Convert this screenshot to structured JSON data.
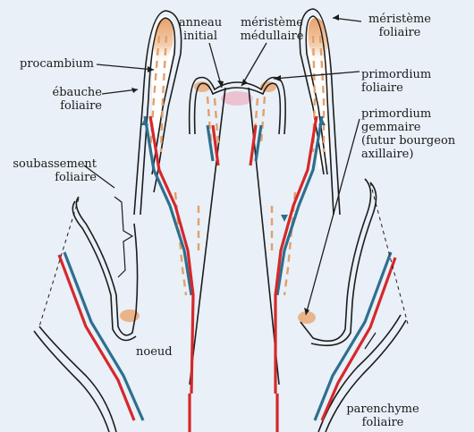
{
  "labels": {
    "anneau_initial": [
      "anneau",
      "initial"
    ],
    "meristeme_medullaire": [
      "méristème",
      "médullaire"
    ],
    "meristeme_foliaire": [
      "méristème",
      "foliaire"
    ],
    "procambium": "procambium",
    "ebauche_foliaire": [
      "ébauche",
      "foliaire"
    ],
    "primordium_foliaire": [
      "primordium",
      "foliaire"
    ],
    "primordium_gemmaire": [
      "primordium",
      "gemmaire",
      "(futur bourgeon",
      "axillaire)"
    ],
    "soubassement_foliaire": [
      "soubassement",
      "foliaire"
    ],
    "noeud": "noeud",
    "parenchyme_foliaire": [
      "parenchyme",
      "foliaire"
    ]
  },
  "colors": {
    "background": "#e9f0f7",
    "outline": "#1c1c1c",
    "xylem_red": "#d5282b",
    "phloem_blue": "#2e6f8e",
    "procambium_orange": "#e3a06a",
    "meristem_tint": "#e9a06c",
    "medullary_pink": "#ecc2d2"
  }
}
